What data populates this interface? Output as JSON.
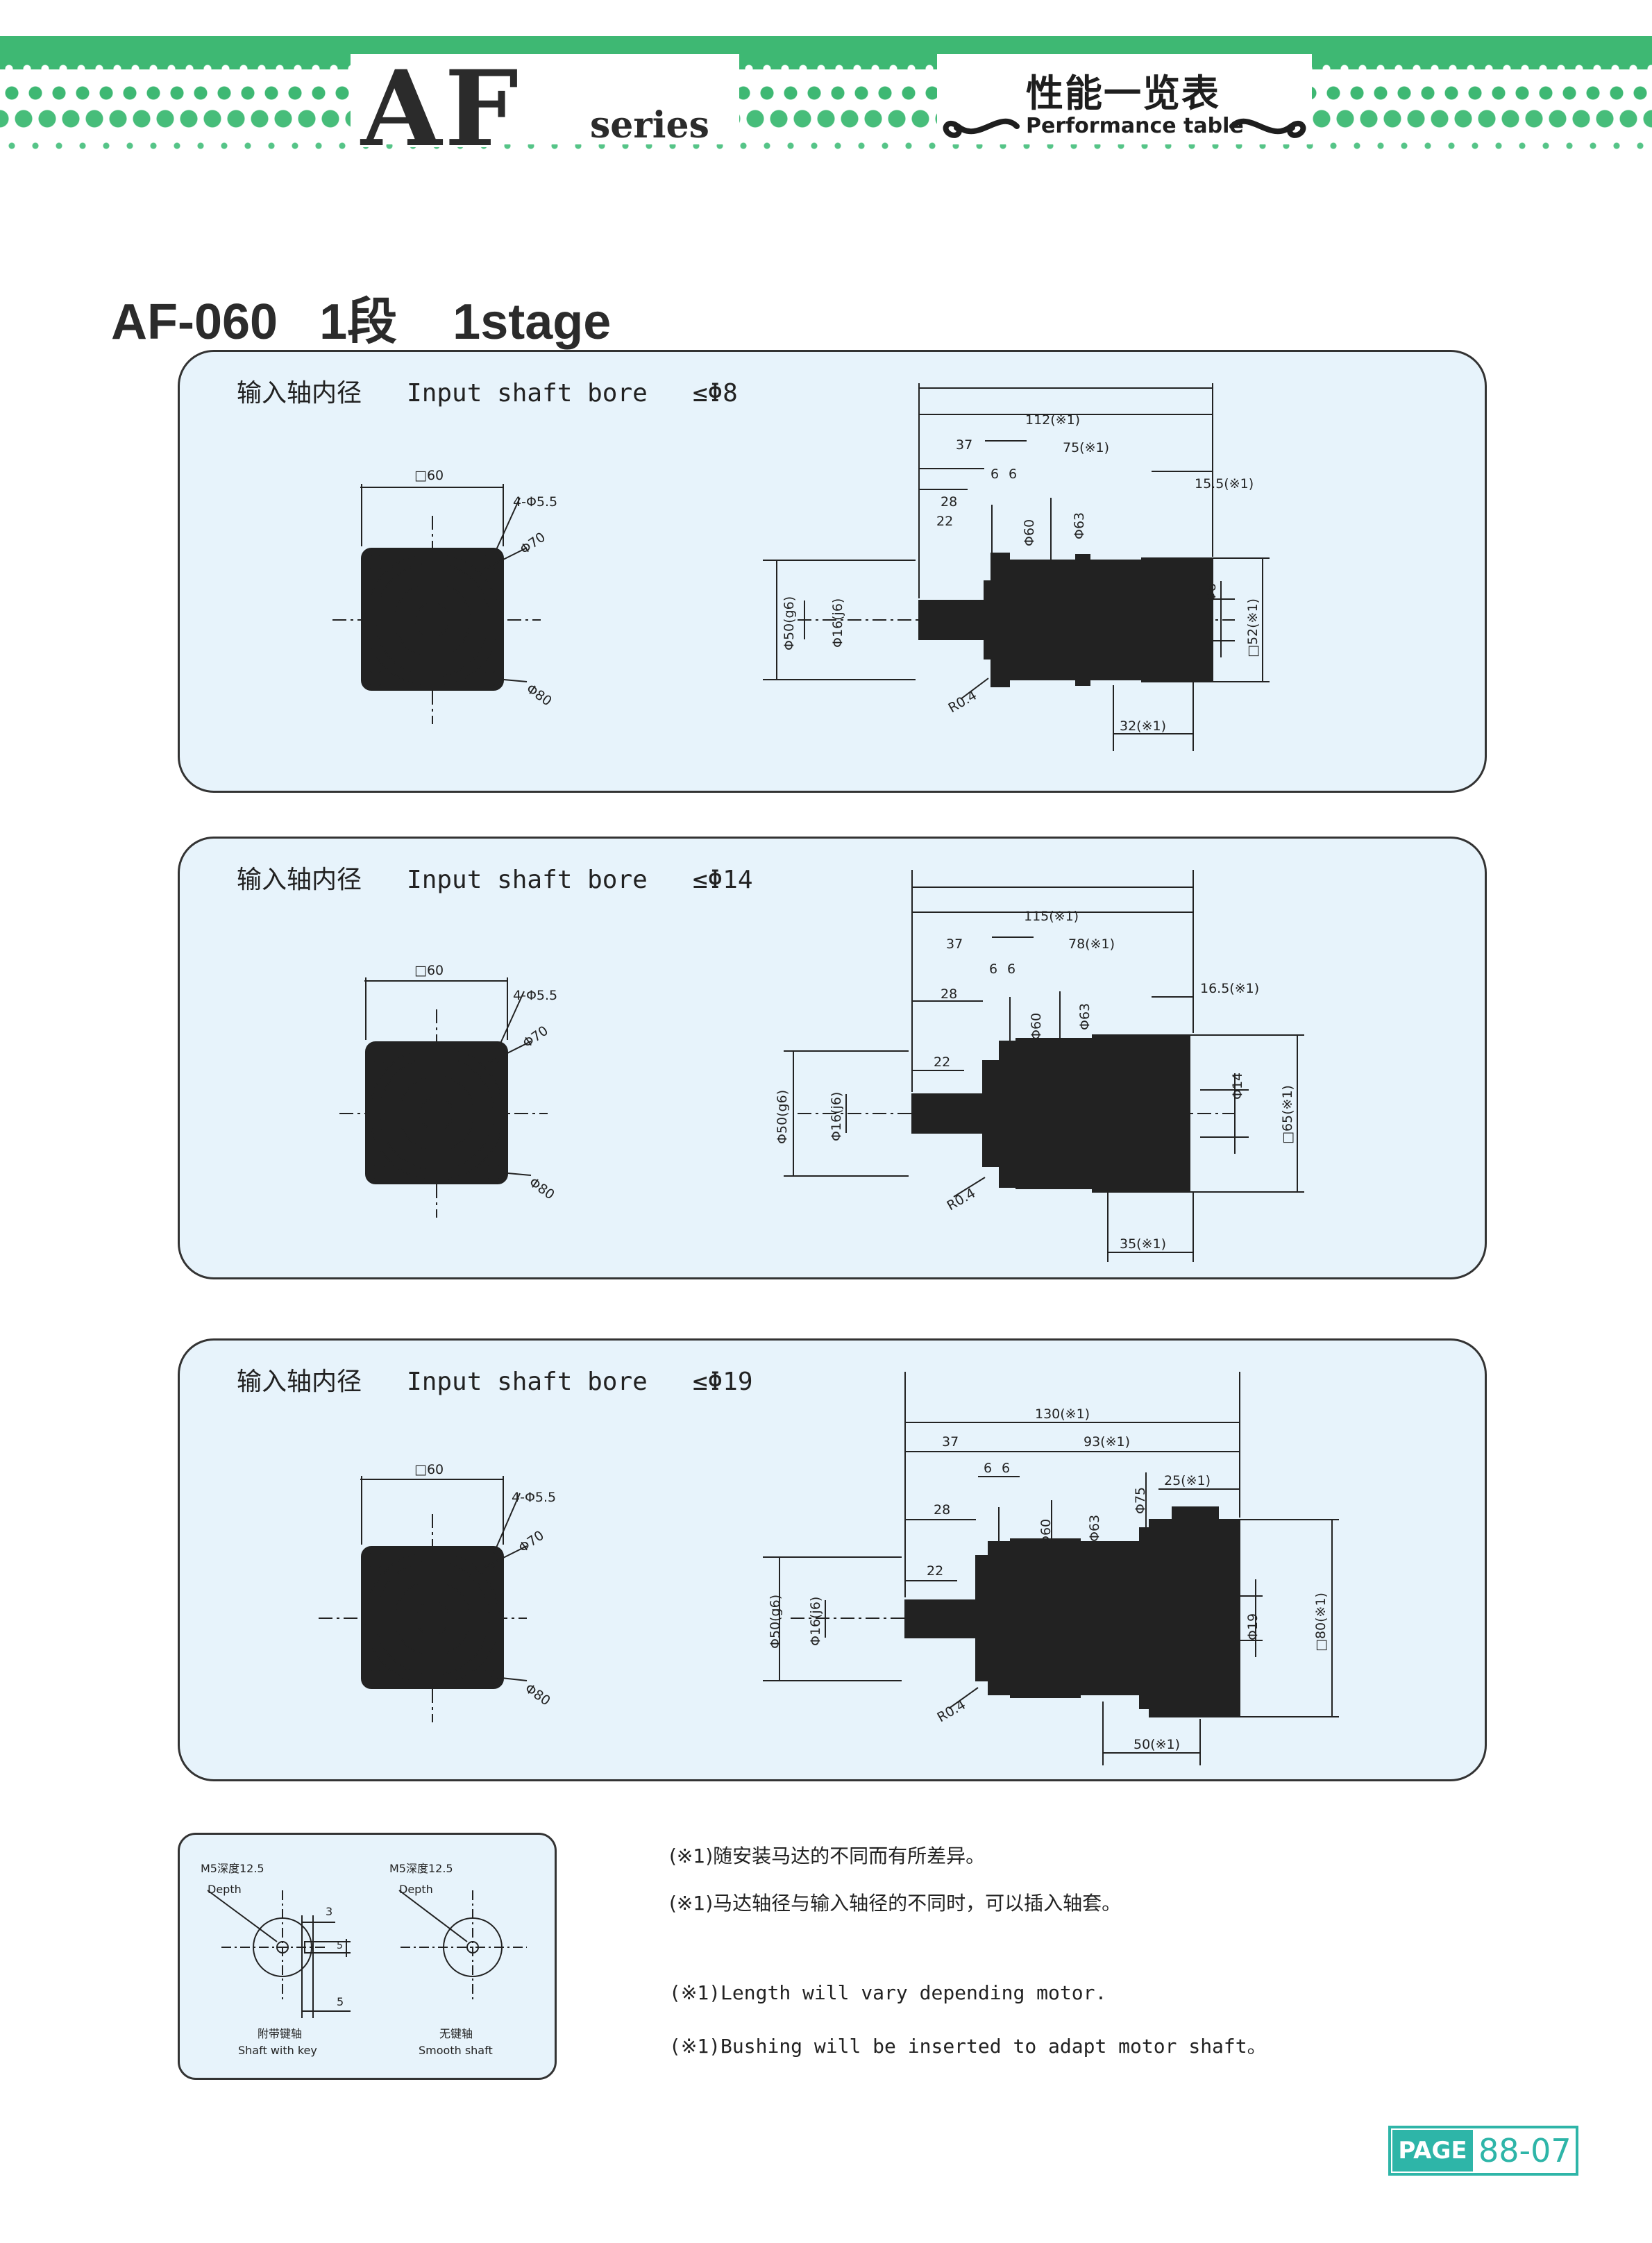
{
  "header": {
    "brand": "AF",
    "series": "series",
    "perf_cn": "性能一览表",
    "perf_en": "Performance table"
  },
  "title": "AF-060   1段    1stage",
  "panels": [
    {
      "label": "输入轴内径   Input shaft bore   ≤Φ8",
      "front": {
        "square": "□60",
        "holes": "4-Φ5.5",
        "pcd": "Φ70",
        "outer": "Φ80"
      },
      "side": {
        "total": "112(※1)",
        "d37": "37",
        "d75": "75(※1)",
        "d6a": "6",
        "d6b": "6",
        "d28": "28",
        "d22": "22",
        "d15": "15.5(※1)",
        "phi60": "Φ60",
        "phi63": "Φ63",
        "bore": "Φ8",
        "flange": "□52(※1)",
        "shaft": "Φ16(j6)",
        "pilot": "Φ50(g6)",
        "radius": "R0.4",
        "bottom": "32(※1)"
      }
    },
    {
      "label": "输入轴内径   Input shaft bore   ≤Φ14",
      "front": {
        "square": "□60",
        "holes": "4-Φ5.5",
        "pcd": "Φ70",
        "outer": "Φ80"
      },
      "side": {
        "total": "115(※1)",
        "d37": "37",
        "d75": "78(※1)",
        "d6a": "6",
        "d6b": "6",
        "d28": "28",
        "d22": "22",
        "d15": "16.5(※1)",
        "phi60": "Φ60",
        "phi63": "Φ63",
        "bore": "Φ14",
        "flange": "□65(※1)",
        "shaft": "Φ16(j6)",
        "pilot": "Φ50(g6)",
        "radius": "R0.4",
        "bottom": "35(※1)"
      }
    },
    {
      "label": "输入轴内径   Input shaft bore   ≤Φ19",
      "front": {
        "square": "□60",
        "holes": "4-Φ5.5",
        "pcd": "Φ70",
        "outer": "Φ80"
      },
      "side": {
        "total": "130(※1)",
        "d37": "37",
        "d75": "93(※1)",
        "d6a": "6",
        "d6b": "6",
        "d28": "28",
        "d22": "22",
        "d15": "25(※1)",
        "phi60": "Φ60",
        "phi63": "Φ63",
        "phi75": "Φ75",
        "bore": "Φ19",
        "flange": "□80(※1)",
        "shaft": "Φ16(j6)",
        "pilot": "Φ50(g6)",
        "radius": "R0.4",
        "bottom": "50(※1)"
      }
    }
  ],
  "shaft_detail": {
    "left_tap": "M5深度12.5",
    "left_depth": "Depth",
    "dim3": "3",
    "dim5a": "5",
    "dim5b": "5",
    "left_cn": "附带键轴",
    "left_en": "Shaft with key",
    "right_tap": "M5深度12.5",
    "right_depth": "Depth",
    "right_cn": "无键轴",
    "right_en": "Smooth shaft"
  },
  "notes": [
    "(※1)随安装马达的不同而有所差异。",
    "(※1)马达轴径与输入轴径的不同时，可以插入轴套。",
    "(※1)Length will vary depending motor.",
    "(※1)Bushing will be inserted to adapt motor shaft。"
  ],
  "page": {
    "label": "PAGE",
    "number": "88-07"
  },
  "colors": {
    "header_green": "#3eb873",
    "panel_bg": "#e7f3fb",
    "badge": "#2eb5a8"
  }
}
